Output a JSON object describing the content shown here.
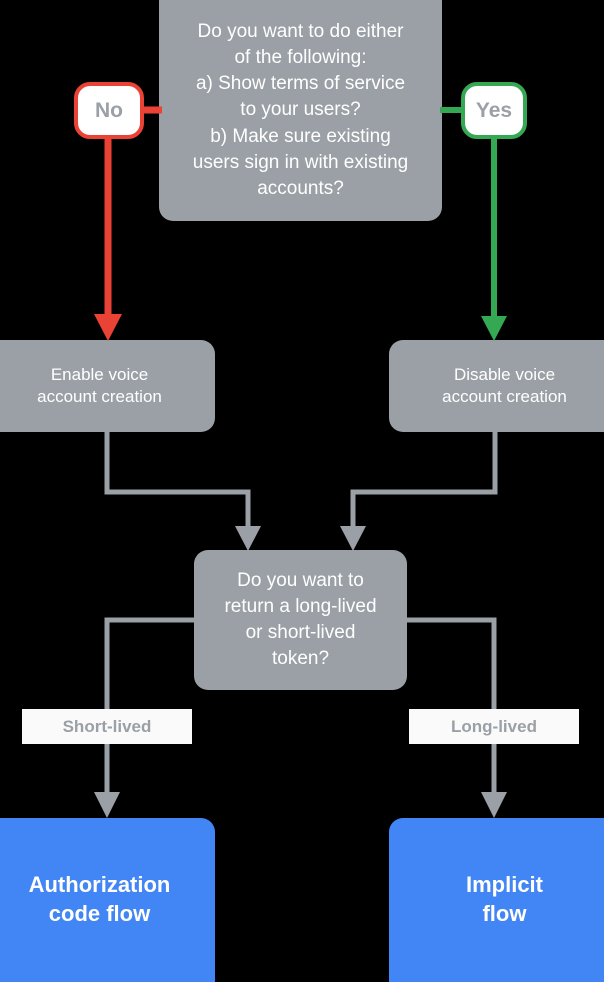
{
  "diagram": {
    "title": "Account linking flow selection",
    "colors": {
      "background": "#000000",
      "node_gray": "#9aa0a6",
      "node_blue": "#4285f4",
      "edge_gray": "#9aa0a6",
      "edge_red": "#ea4335",
      "edge_green": "#34a853",
      "label_background": "#fafafa",
      "label_text": "#9aa0a6",
      "node_text": "#ffffff"
    },
    "decision_one": {
      "text": "Do you want to do either\nof the following:\na) Show terms of service\nto your users?\nb) Make sure existing\nusers sign in with existing\naccounts?"
    },
    "branch_no": {
      "label": "No"
    },
    "branch_yes": {
      "label": "Yes"
    },
    "enable_voice": {
      "text": "Enable voice\naccount creation"
    },
    "disable_voice": {
      "text": "Disable voice\naccount creation"
    },
    "decision_two": {
      "text": "Do you want to\nreturn a long-lived\nor short-lived\ntoken?"
    },
    "label_short_lived": {
      "text": "Short-lived"
    },
    "label_long_lived": {
      "text": "Long-lived"
    },
    "outcome_authorization": {
      "text": "Authorization\ncode flow"
    },
    "outcome_implicit": {
      "text": "Implicit\nflow"
    }
  }
}
